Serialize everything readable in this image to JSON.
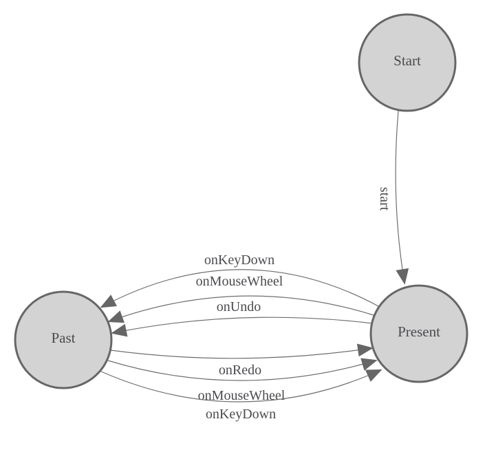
{
  "diagram": {
    "type": "state-machine",
    "background": "#ffffff",
    "colors": {
      "node_fill": "#d3d3d3",
      "node_stroke": "#666666",
      "edge_stroke": "#6e6e6e",
      "arrow_fill": "#666666",
      "label_color": "#4b4b4f"
    },
    "nodes": [
      {
        "id": "start",
        "label": "Start"
      },
      {
        "id": "present",
        "label": "Present"
      },
      {
        "id": "past",
        "label": "Past"
      }
    ],
    "edges": [
      {
        "from": "Start",
        "to": "Present",
        "label": "start"
      },
      {
        "from": "Present",
        "to": "Past",
        "label": "onKeyDown"
      },
      {
        "from": "Present",
        "to": "Past",
        "label": "onMouseWheel"
      },
      {
        "from": "Present",
        "to": "Past",
        "label": "onUndo"
      },
      {
        "from": "Past",
        "to": "Present",
        "label": "onRedo"
      },
      {
        "from": "Past",
        "to": "Present",
        "label": "onMouseWheel"
      },
      {
        "from": "Past",
        "to": "Present",
        "label": "onKeyDown"
      }
    ]
  }
}
